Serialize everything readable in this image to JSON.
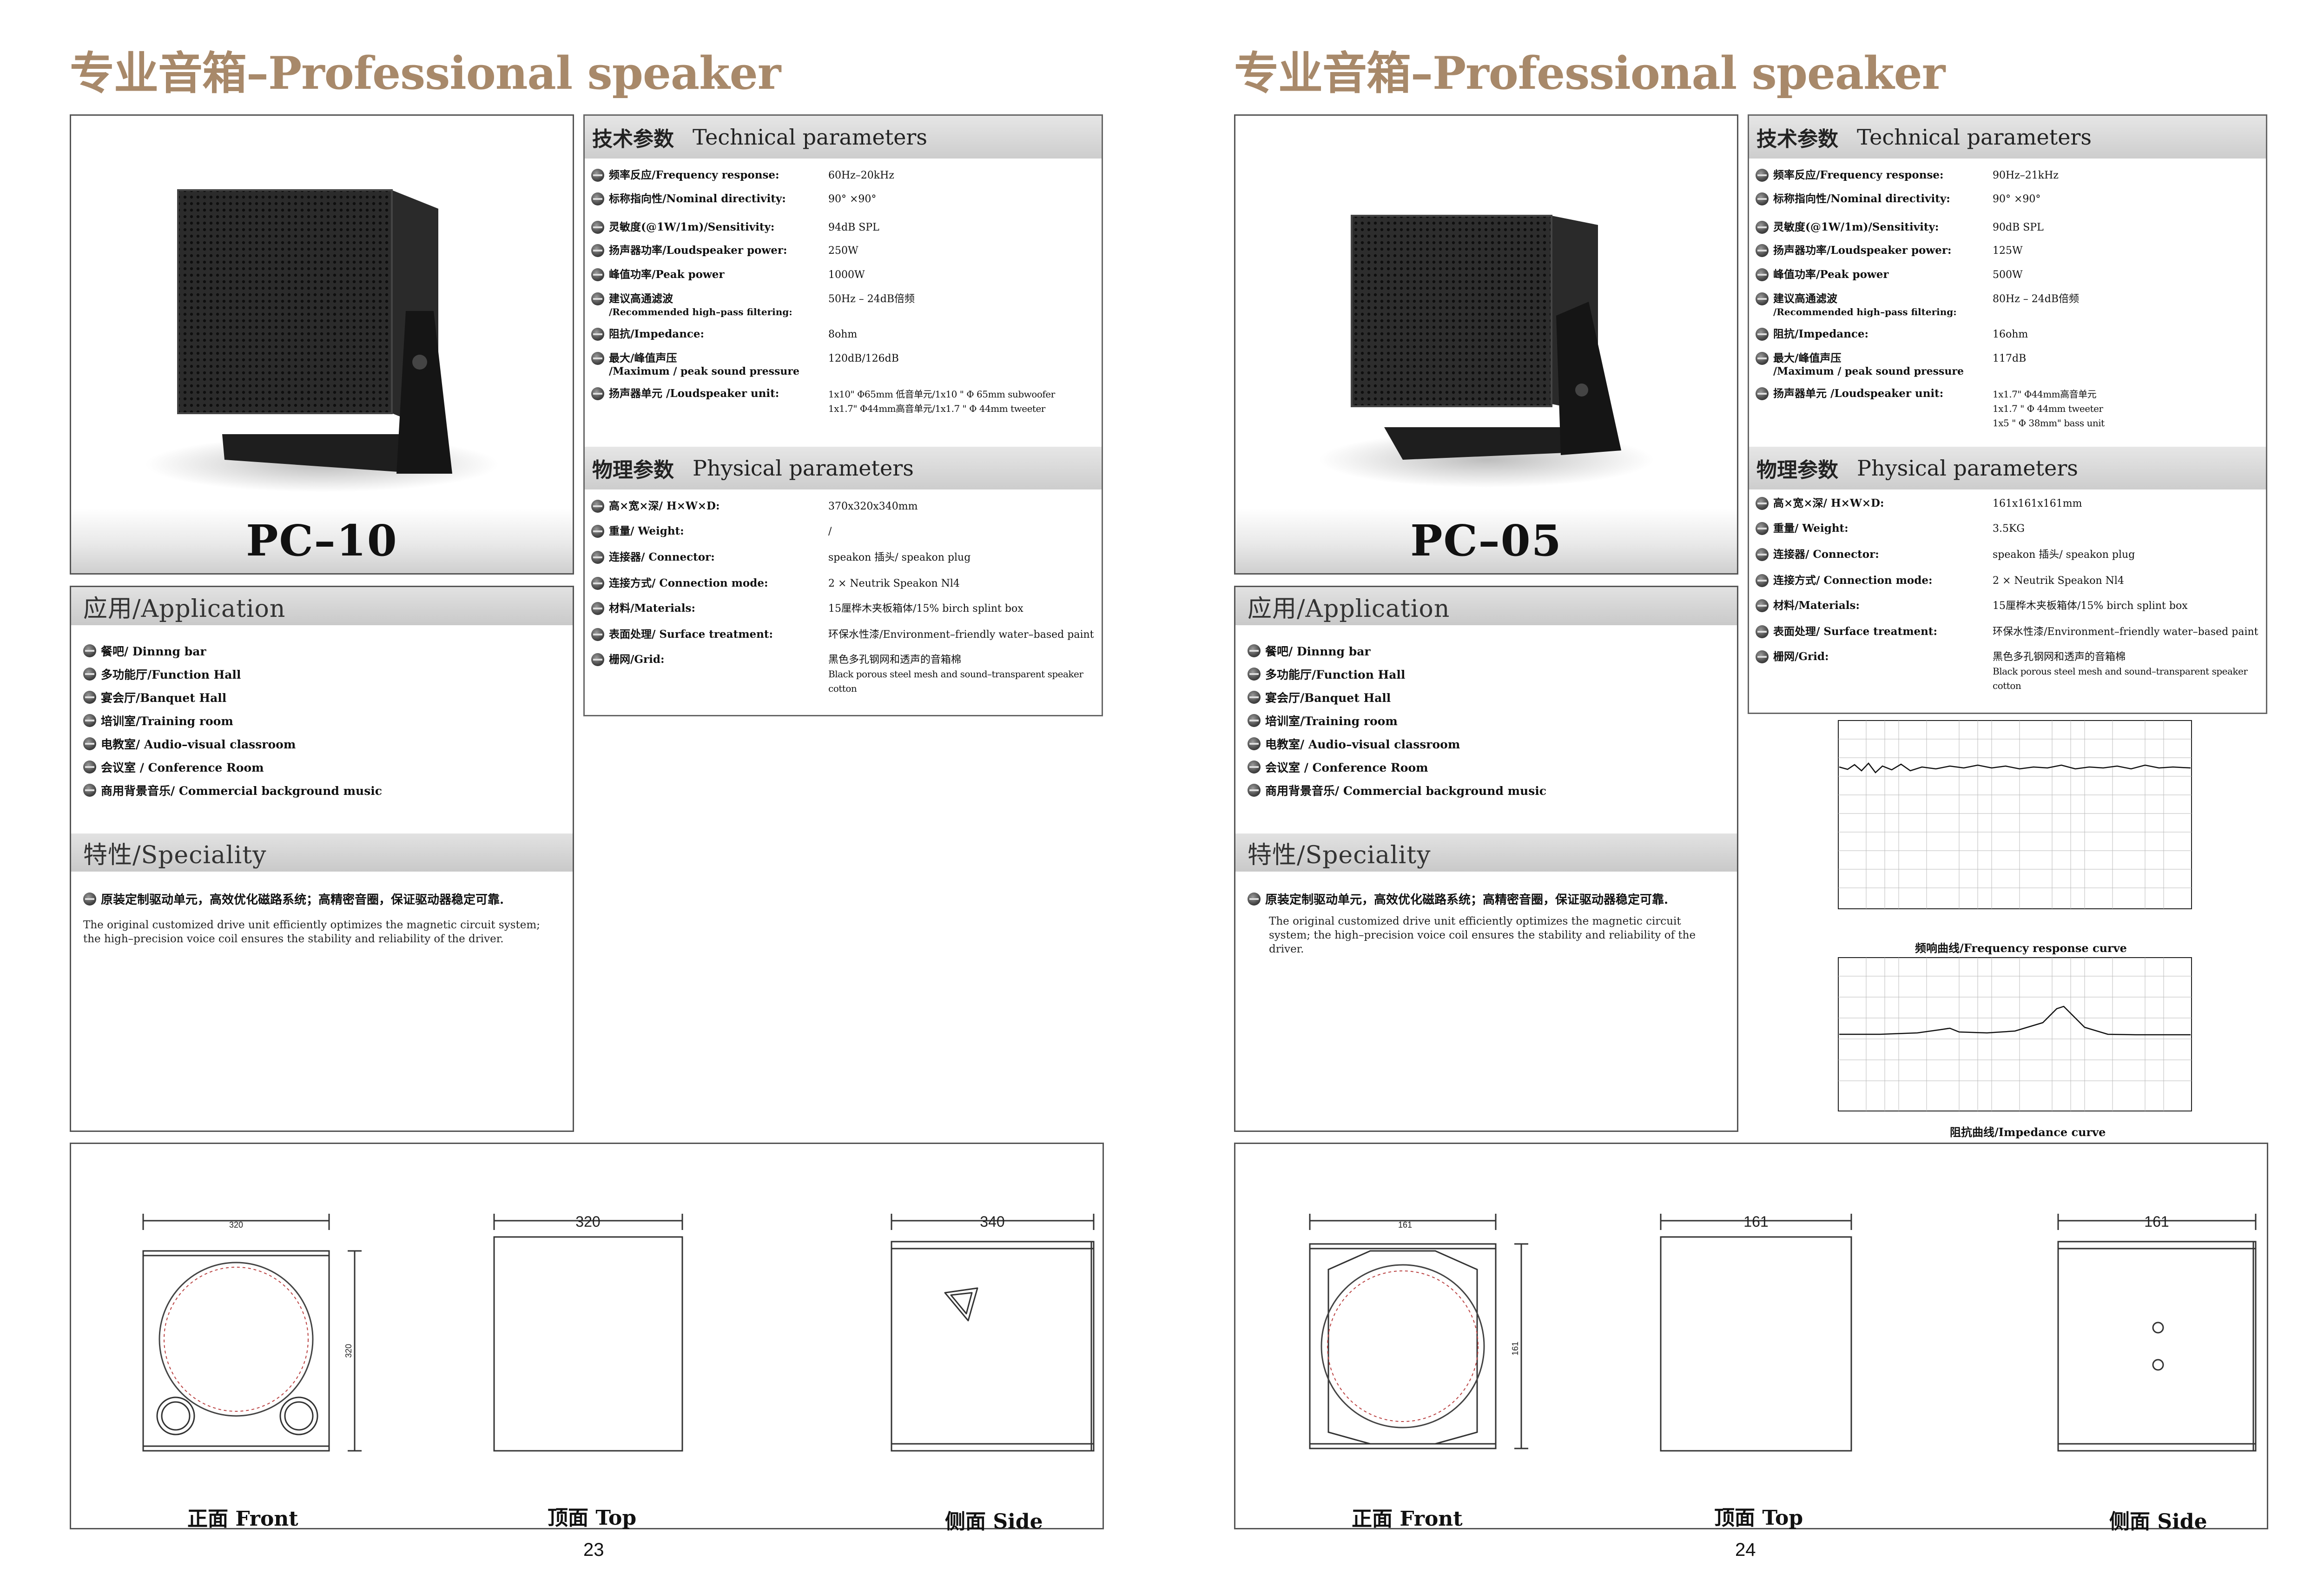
{
  "pages": [
    {
      "title": "专业音箱–Professional speaker",
      "model": "PC–10",
      "tech": {
        "heading_zh": "技术参数",
        "heading_en": "Technical parameters",
        "rows": [
          {
            "label": "频率反应/Frequency response:",
            "value": "60Hz–20kHz"
          },
          {
            "label": "标称指向性/Nominal directivity:",
            "value": "90° ×90°"
          },
          {
            "label": "灵敏度(@1W/1m)/Sensitivity:",
            "value": "94dB SPL"
          },
          {
            "label": "扬声器功率/Loudspeaker power:",
            "value": "250W"
          },
          {
            "label": "峰值功率/Peak power",
            "value": "1000W"
          },
          {
            "label": "建议高通滤波",
            "label2": "/Recommended high–pass filtering:",
            "value": "50Hz – 24dB倍频"
          },
          {
            "label": "阻抗/Impedance:",
            "value": "8ohm"
          },
          {
            "label": "最大/峰值声压",
            "label2": "/Maximum / peak sound pressure",
            "value": "120dB/126dB"
          },
          {
            "label": "扬声器单元 /Loudspeaker unit:",
            "value": "1x10\" Φ65mm 低音单元/1x10 \" Φ 65mm subwoofer",
            "value2": "1x1.7\" Φ44mm高音单元/1x1.7 \" Φ 44mm tweeter"
          }
        ]
      },
      "physical": {
        "heading_zh": "物理参数",
        "heading_en": "Physical parameters",
        "rows": [
          {
            "label": "高×宽×深/  H×W×D:",
            "value": "370x320x340mm"
          },
          {
            "label": "重量/ Weight:",
            "value": "/"
          },
          {
            "label": "连接器/ Connector:",
            "value": "speakon 插头/ speakon plug"
          },
          {
            "label": "连接方式/ Connection mode:",
            "value": "2 × Neutrik Speakon Nl4"
          },
          {
            "label": "材料/Materials:",
            "value": "15厘桦木夹板箱体/15% birch splint box"
          },
          {
            "label": "表面处理/  Surface treatment:",
            "value": "环保水性漆/Environment–friendly water–based paint"
          },
          {
            "label": "栅网/Grid:",
            "value": "黑色多孔钢网和透声的音箱棉",
            "value2": "Black porous steel mesh and sound–transparent speaker cotton"
          }
        ]
      },
      "application": {
        "heading": "应用/Application",
        "items": [
          "餐吧/ Dinnng bar",
          "多功能厅/Function Hall",
          "宴会厅/Banquet Hall",
          "培训室/Training room",
          "电教室/ Audio–visual classroom",
          "会议室 / Conference Room",
          "商用背景音乐/ Commercial background music"
        ]
      },
      "speciality": {
        "heading": "特性/Speciality",
        "zh": "原装定制驱动单元，高效优化磁路系统；高精密音圈，保证驱动器稳定可靠.",
        "en": "The original customized drive unit efficiently optimizes the magnetic circuit system; the high–precision voice coil ensures the stability and reliability of the driver."
      },
      "drawing": {
        "front_width": "320",
        "front_height": "320",
        "top_width": "320",
        "side_width": "340",
        "front_label": "正面 Front",
        "top_label": "顶面 Top",
        "side_label": "侧面 Side"
      },
      "page_number": "23"
    },
    {
      "title": "专业音箱–Professional speaker",
      "model": "PC–05",
      "tech": {
        "heading_zh": "技术参数",
        "heading_en": "Technical parameters",
        "rows": [
          {
            "label": "频率反应/Frequency response:",
            "value": "90Hz–21kHz"
          },
          {
            "label": "标称指向性/Nominal directivity:",
            "value": "90° ×90°"
          },
          {
            "label": "灵敏度(@1W/1m)/Sensitivity:",
            "value": "90dB SPL"
          },
          {
            "label": "扬声器功率/Loudspeaker power:",
            "value": "125W"
          },
          {
            "label": "峰值功率/Peak power",
            "value": "500W"
          },
          {
            "label": "建议高通滤波",
            "label2": "/Recommended high–pass filtering:",
            "value": "80Hz – 24dB倍频"
          },
          {
            "label": "阻抗/Impedance:",
            "value": "16ohm"
          },
          {
            "label": "最大/峰值声压",
            "label2": "/Maximum / peak sound pressure",
            "value": "117dB"
          },
          {
            "label": "扬声器单元 /Loudspeaker unit:",
            "value": "1x1.7\" Φ44mm高音单元",
            "value2": "1x1.7 \" Φ 44mm tweeter",
            "value3": "1x5 \" Φ 38mm\" bass unit"
          }
        ]
      },
      "physical": {
        "heading_zh": "物理参数",
        "heading_en": "Physical parameters",
        "rows": [
          {
            "label": "高×宽×深/  H×W×D:",
            "value": "161x161x161mm"
          },
          {
            "label": "重量/ Weight:",
            "value": "3.5KG"
          },
          {
            "label": "连接器/ Connector:",
            "value": "speakon 插头/ speakon plug"
          },
          {
            "label": "连接方式/ Connection mode:",
            "value": "2 × Neutrik Speakon Nl4"
          },
          {
            "label": "材料/Materials:",
            "value": "15厘桦木夹板箱体/15% birch splint box"
          },
          {
            "label": "表面处理/  Surface treatment:",
            "value": "环保水性漆/Environment–friendly water–based paint"
          },
          {
            "label": "栅网/Grid:",
            "value": "黑色多孔钢网和透声的音箱棉",
            "value2": "Black porous steel mesh and sound–transparent speaker cotton"
          }
        ]
      },
      "application": {
        "heading": "应用/Application",
        "items": [
          "餐吧/ Dinnng bar",
          "多功能厅/Function Hall",
          "宴会厅/Banquet Hall",
          "培训室/Training room",
          "电教室/ Audio–visual classroom",
          "会议室 / Conference Room",
          "商用背景音乐/ Commercial background music"
        ]
      },
      "speciality": {
        "heading": "特性/Speciality",
        "zh": "原装定制驱动单元，高效优化磁路系统；高精密音圈，保证驱动器稳定可靠.",
        "en": "The original customized drive unit efficiently optimizes the magnetic circuit system; the high–precision voice coil ensures the stability and reliability of the driver."
      },
      "graphs": {
        "frequency_caption": "频响曲线/Frequency response curve",
        "impedance_caption": "阻抗曲线/Impedance curve"
      },
      "drawing": {
        "front_width": "161",
        "front_height": "161",
        "top_width": "161",
        "side_width": "161",
        "front_label": "正面 Front",
        "top_label": "顶面 Top",
        "side_label": "侧面 Side"
      },
      "page_number": "24"
    }
  ]
}
